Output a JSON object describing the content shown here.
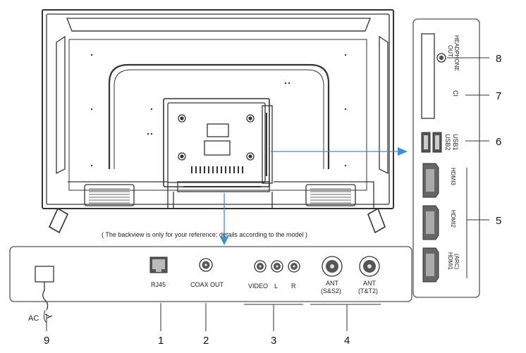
{
  "note": "( The backview is only for your reference; details according to the model )",
  "bottom_panel": {
    "ac_label": "AC",
    "rj45_label": "RJ45",
    "coax_label": "COAX OUT",
    "video_label": "VIDEO",
    "l_label": "L",
    "r_label": "R",
    "ant1_label": "ANT",
    "ant1_sub": "(S&S2)",
    "ant2_label": "ANT",
    "ant2_sub": "(T&T2)"
  },
  "side_panel": {
    "headphone_label_1": "HEADPHONE",
    "headphone_label_2": "OUT",
    "ci_label": "CI",
    "usb2_label": "USB2",
    "usb1_label": "USB1",
    "hdmi3_label": "HDMI3",
    "hdmi2_label": "HDMI2",
    "hdmi1_label_1": "HDMI1",
    "hdmi1_label_2": "(ARC)"
  },
  "callouts": {
    "n1": "1",
    "n2": "2",
    "n3": "3",
    "n4": "4",
    "n5": "5",
    "n6": "6",
    "n7": "7",
    "n8": "8",
    "n9": "9"
  },
  "colors": {
    "arrow": "#3a8fd8",
    "line": "#333333",
    "port_dark": "#444444"
  }
}
